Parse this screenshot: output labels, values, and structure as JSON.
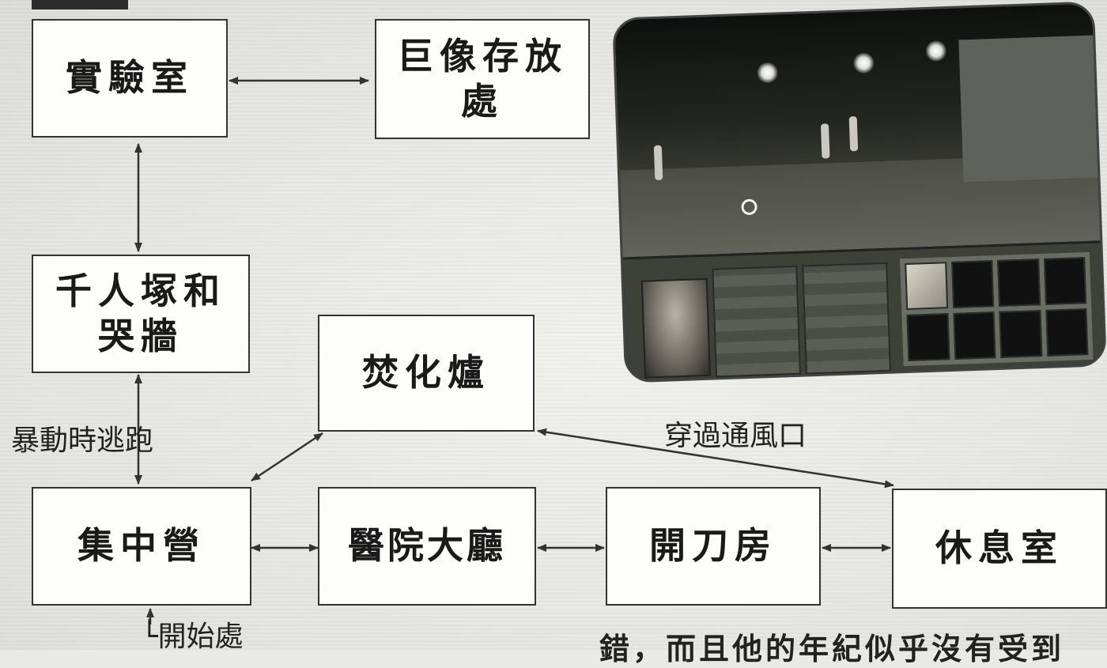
{
  "nodes": {
    "lab": "實驗室",
    "statue_storage": "巨像存放\n處",
    "mass_grave": "千人塚和\n哭牆",
    "incinerator": "焚化爐",
    "camp": "集中營",
    "hospital_hall": "醫院大廳",
    "operating_room": "開刀房",
    "lounge": "休息室"
  },
  "labels": {
    "riot_escape": "暴動時逃跑",
    "through_vent": "穿過通風口",
    "start": "└開始處"
  },
  "bottom_text": "錯，而且他的年紀似乎沒有受到",
  "screenshot": {
    "alt": "game-screenshot"
  },
  "colors": {
    "ink": "#333333",
    "paper": "#fdfdfb"
  }
}
